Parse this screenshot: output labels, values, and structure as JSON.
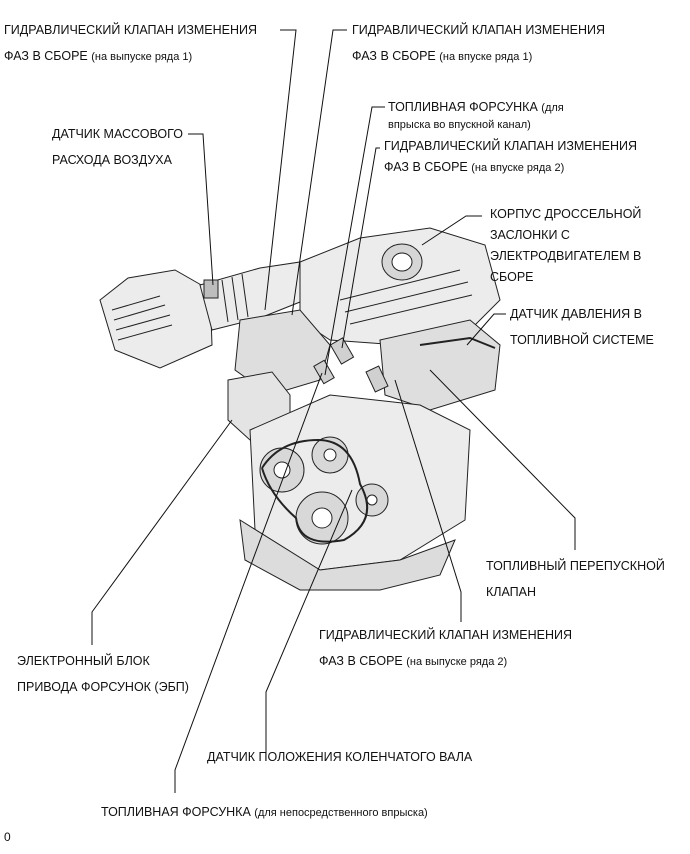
{
  "labels": {
    "vvt_exhaust_bank1": {
      "line1": "ГИДРАВЛИЧЕСКИЙ КЛАПАН ИЗМЕНЕНИЯ",
      "line2": "ФАЗ В СБОРЕ",
      "line2_note": "(на выпуске ряда 1)"
    },
    "vvt_intake_bank1": {
      "line1": "ГИДРАВЛИЧЕСКИЙ КЛАПАН ИЗМЕНЕНИЯ",
      "line2": "ФАЗ В СБОРЕ",
      "line2_note": "(на впуске ряда 1)"
    },
    "port_injector": {
      "line1": "ТОПЛИВНАЯ ФОРСУНКА",
      "line1_note": "(для",
      "line2_note": "впрыска во впускной канал)"
    },
    "vvt_intake_bank2": {
      "line1": "ГИДРАВЛИЧЕСКИЙ КЛАПАН ИЗМЕНЕНИЯ",
      "line2": "ФАЗ В СБОРЕ",
      "line2_note": "(на впуске ряда 2)"
    },
    "maf_sensor": {
      "line1": "ДАТЧИК МАССОВОГО",
      "line2": "РАСХОДА ВОЗДУХА"
    },
    "throttle_body": {
      "line1": "КОРПУС ДРОССЕЛЬНОЙ",
      "line2": "ЗАСЛОНКИ С",
      "line3": "ЭЛЕКТРОДВИГАТЕЛЕМ В",
      "line4": "СБОРЕ"
    },
    "fuel_pressure_sensor": {
      "line1": "ДАТЧИК ДАВЛЕНИЯ В",
      "line2": "ТОПЛИВНОЙ СИСТЕМЕ"
    },
    "fuel_relief_valve": {
      "line1": "ТОПЛИВНЫЙ ПЕРЕПУСКНОЙ",
      "line2": "КЛАПАН"
    },
    "vvt_exhaust_bank2": {
      "line1": "ГИДРАВЛИЧЕСКИЙ КЛАПАН ИЗМЕНЕНИЯ",
      "line2": "ФАЗ В СБОРЕ",
      "line2_note": "(на выпуске ряда 2)"
    },
    "edu": {
      "line1": "ЭЛЕКТРОННЫЙ БЛОК",
      "line2": "ПРИВОДА ФОРСУНОК (ЭБП)"
    },
    "crank_sensor": {
      "line1": "ДАТЧИК ПОЛОЖЕНИЯ КОЛЕНЧАТОГО ВАЛА"
    },
    "direct_injector": {
      "line1": "ТОПЛИВНАЯ ФОРСУНКА",
      "line1_note": "(для непосредственного впрыска)"
    }
  },
  "figure_id": "0",
  "colors": {
    "ink": "#111111",
    "engine_fill": "#ececec",
    "engine_shade": "#cfcfcf"
  }
}
